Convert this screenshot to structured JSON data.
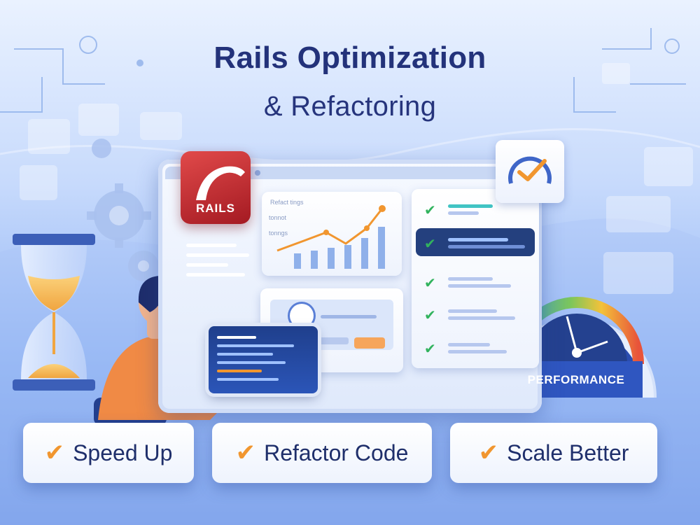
{
  "header": {
    "title_line1": "Rails Optimization",
    "title_line2": "& Refactoring"
  },
  "logo": {
    "text": "RAILS",
    "color": "#c8242c"
  },
  "dashboard": {
    "chart_caption": "Refact tings",
    "list_item_1": "tonnot",
    "list_item_2": "tonngs"
  },
  "gauge": {
    "label": "PERFORMANCE"
  },
  "benefits": [
    {
      "check_icon": "check-icon",
      "label": "Speed Up"
    },
    {
      "check_icon": "check-icon",
      "label": "Refactor Code"
    },
    {
      "check_icon": "check-icon",
      "label": "Scale Better"
    }
  ],
  "colors": {
    "accent_orange": "#f1962f",
    "title_navy": "#23327a",
    "check_green": "#32b35e"
  }
}
